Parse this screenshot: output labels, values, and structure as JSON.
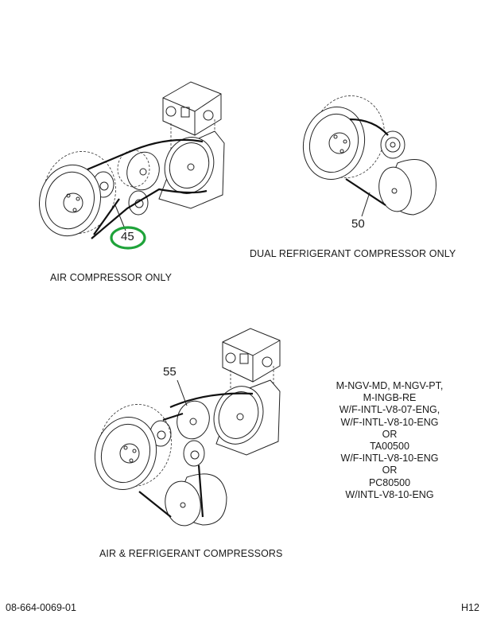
{
  "document": {
    "drawing_number": "08-664-0069-01",
    "page_ref": "H12"
  },
  "views": [
    {
      "id": "air-compressor-only",
      "caption": "AIR COMPRESSOR ONLY",
      "callout": "45",
      "callout_highlighted": true,
      "highlight_color": "#1fa33a"
    },
    {
      "id": "dual-refrigerant-compressor-only",
      "caption": "DUAL REFRIGERANT COMPRESSOR ONLY",
      "callout": "50"
    },
    {
      "id": "air-and-refrigerant-compressors",
      "caption": "AIR & REFRIGERANT COMPRESSORS",
      "callout": "55"
    }
  ],
  "applicability_notes": [
    "M-NGV-MD, M-NGV-PT,",
    "M-INGB-RE",
    "W/F-INTL-V8-07-ENG,",
    "W/F-INTL-V8-10-ENG",
    "OR",
    "TA00500",
    "W/F-INTL-V8-10-ENG",
    "OR",
    "PC80500",
    "W/INTL-V8-10-ENG"
  ]
}
